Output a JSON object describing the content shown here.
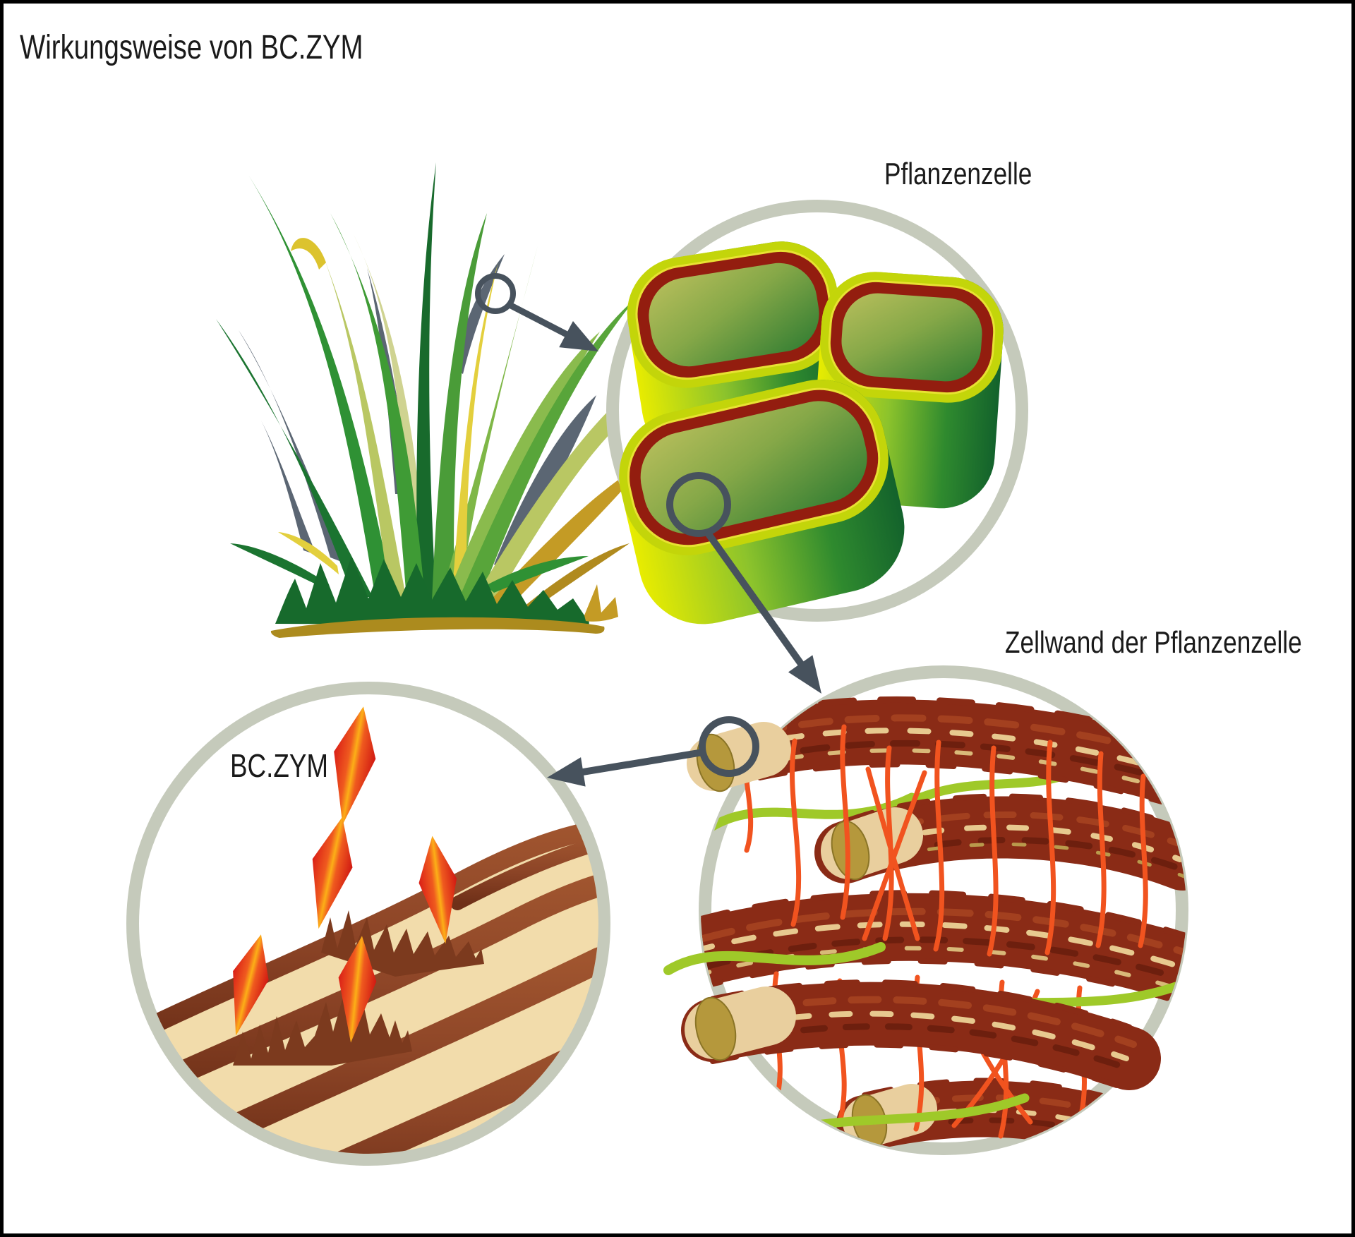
{
  "title": "Wirkungsweise von BC.ZYM",
  "labels": {
    "plant_cell": "Pflanzenzelle",
    "cell_wall": "Zellwand der Pflanzenzelle",
    "enzyme": "BC.ZYM"
  },
  "colors": {
    "outline_ring": "#c5cabb",
    "arrow": "#47525d",
    "title_text": "#1a1a1a",
    "cell_rim": "#c3d50a",
    "cell_membrane": "#931d0f",
    "cellulose_brown": "#8a2b16",
    "fibril_tan": "#e9cf9e",
    "fibril_face": "#b5983c",
    "hemicellulose_orange": "#f1531f",
    "pectin_green": "#9fc929",
    "enzyme_red": "#da1f17",
    "enzyme_orange": "#fcaf17",
    "bed_cream": "#f2dcab",
    "bed_brown": "#8d4527",
    "grass_green": "#2f9134"
  }
}
